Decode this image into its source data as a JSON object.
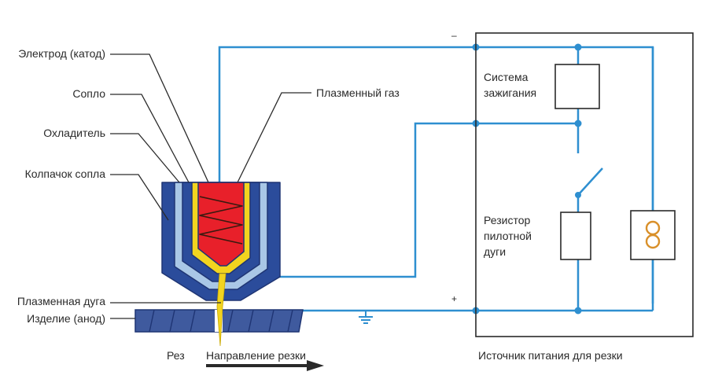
{
  "colors": {
    "wire": "#2e8fd0",
    "housing": "#2b4c9b",
    "nozzle": "#a9c7e6",
    "electrode": "#e8202a",
    "gas_channel": "#f2d41f",
    "transformer": "#d9902a",
    "outline": "#2a2a2a"
  },
  "torch_labels": {
    "electrode": "Электрод (катод)",
    "nozzle": "Сопло",
    "coolant": "Охладитель",
    "nozzle_cap": "Колпачок сопла",
    "plasma_arc": "Плазменная дуга",
    "workpiece": "Изделие (анод)"
  },
  "plasma_gas_label": "Плазменный газ",
  "cut_label": "Рез",
  "cut_direction_label": "Направление резки",
  "power_source": {
    "title": "Источник питания для резки",
    "ignition_system": "Система зажигания",
    "pilot_resistor_line1": "Резистор",
    "pilot_resistor_line2": "пилотной",
    "pilot_resistor_line3": "дуги",
    "minus_sign": "–",
    "plus_sign": "+"
  }
}
